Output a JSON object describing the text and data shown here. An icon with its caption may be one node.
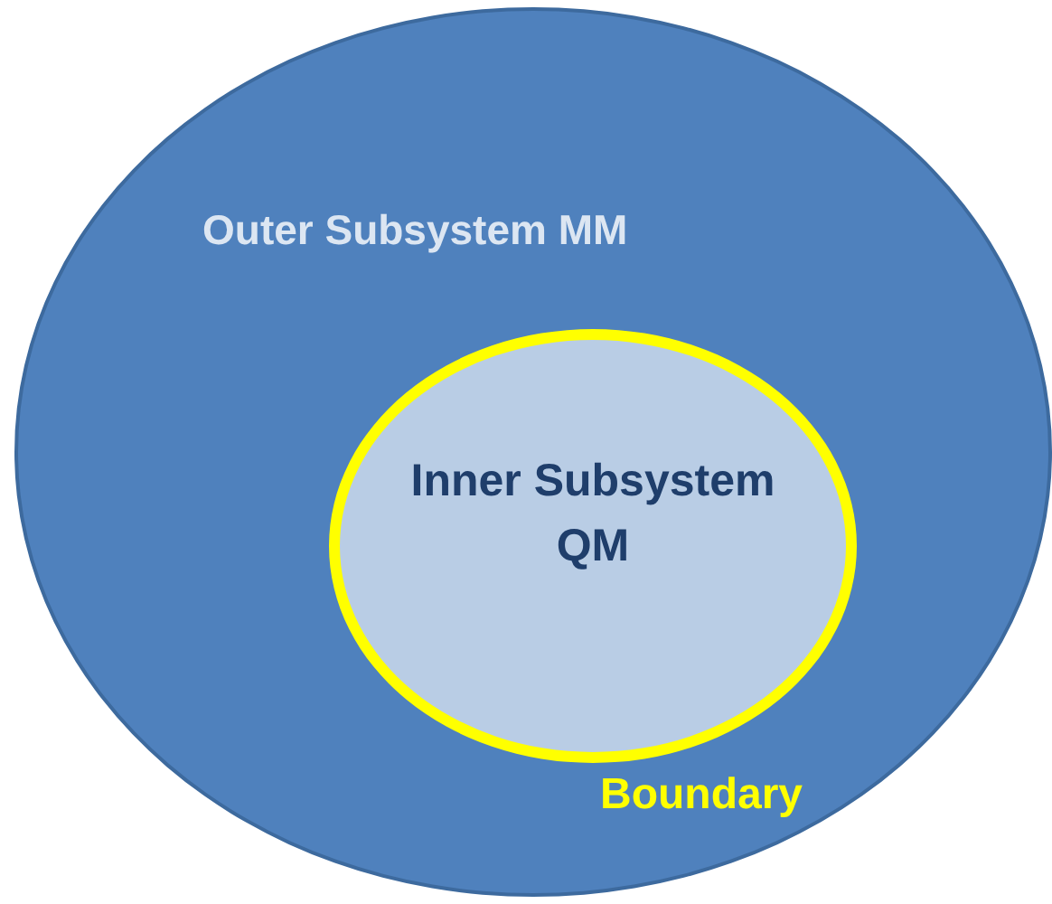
{
  "diagram": {
    "nodes": [
      {
        "text": [
          "Outer Subsystem MM"
        ]
      },
      {
        "text": [
          "Inner Subsystem QM"
        ],
        "in": 0,
        "beside": [
          "Boundary"
        ]
      }
    ]
  }
}
